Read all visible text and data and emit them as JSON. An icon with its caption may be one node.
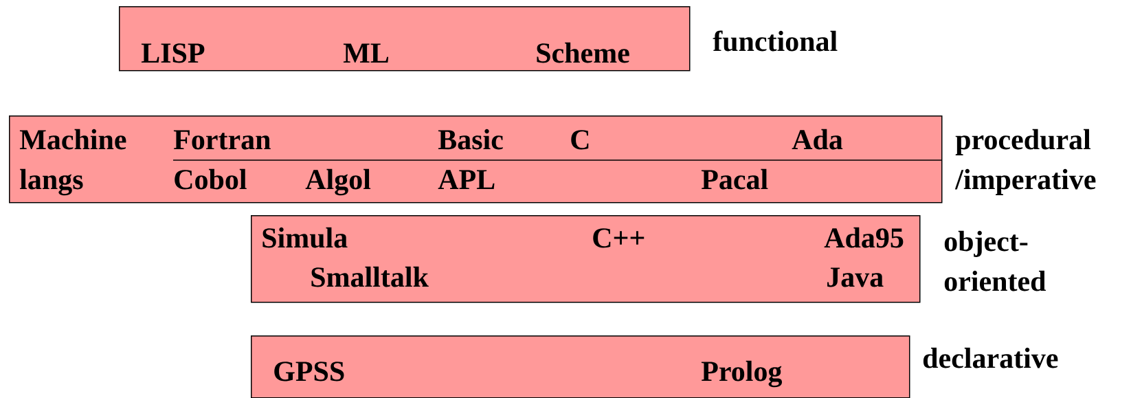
{
  "diagram": {
    "nodes": [
      {
        "text": [
          "LISP",
          "ML",
          "Scheme"
        ],
        "beside": [
          "functional"
        ]
      },
      {
        "text": [
          "Machine langs",
          "Fortran",
          "Cobol",
          "Algol",
          "Basic",
          "APL",
          "C",
          "Ada",
          "Pacal"
        ],
        "beside": [
          "procedural /imperative"
        ]
      },
      {
        "text": [
          "Simula",
          "Smalltalk",
          "C++",
          "Ada95",
          "Java"
        ],
        "beside": [
          "object-oriented"
        ]
      },
      {
        "text": [
          "GPSS",
          "Prolog"
        ],
        "beside": [
          "declarative"
        ]
      }
    ]
  }
}
